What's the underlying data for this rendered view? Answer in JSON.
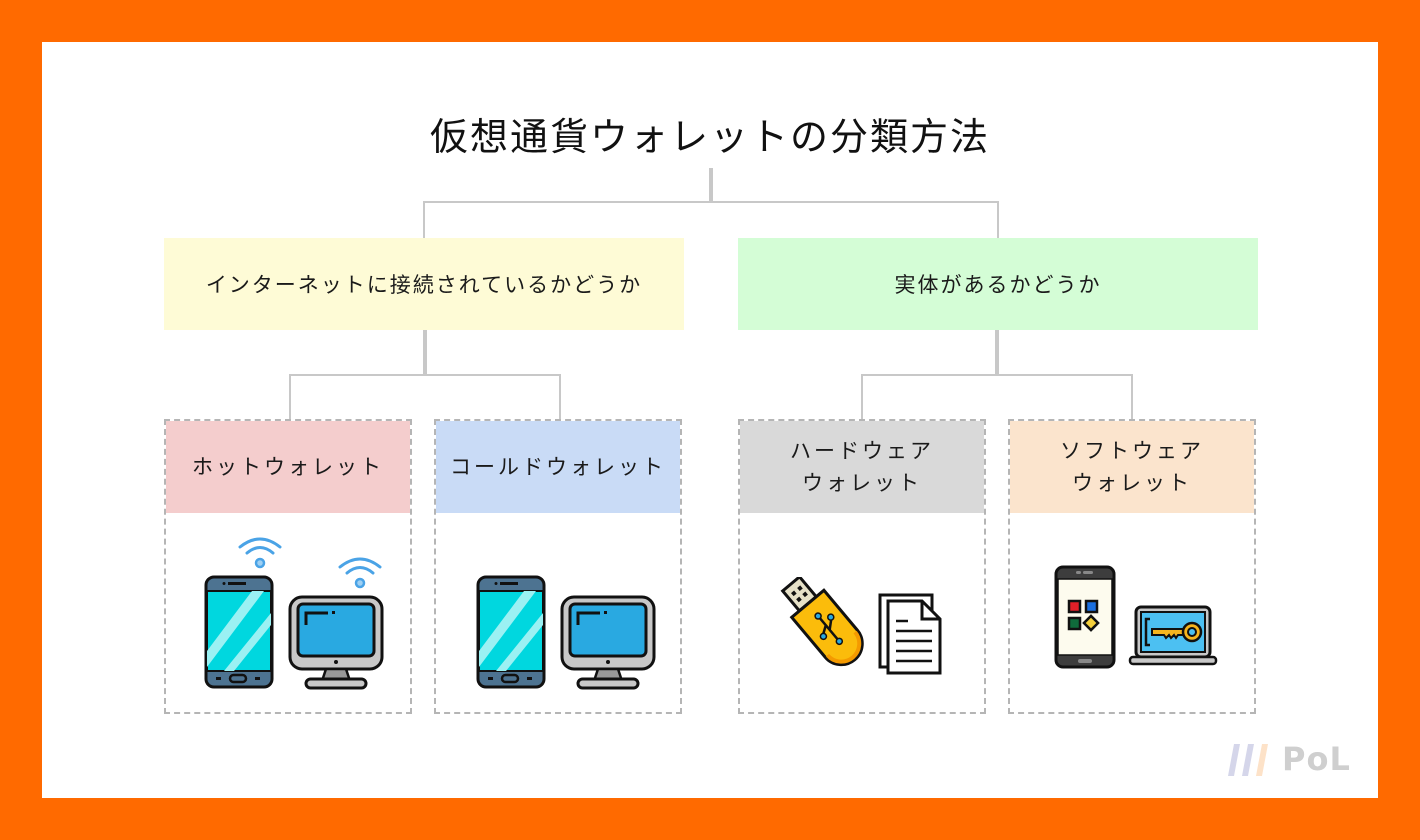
{
  "title": "仮想通貨ウォレットの分類方法",
  "categories": [
    {
      "label": "インターネットに接続されているかどうか",
      "color": "#fefbd6",
      "children": [
        {
          "label": "ホットウォレット",
          "color": "#f4cdcd",
          "icons": [
            "smartphone-wifi-icon",
            "desktop-monitor-wifi-icon"
          ]
        },
        {
          "label": "コールドウォレット",
          "color": "#c9dbf6",
          "icons": [
            "smartphone-icon",
            "desktop-monitor-icon"
          ]
        }
      ]
    },
    {
      "label": "実体があるかどうか",
      "color": "#d4fdd6",
      "children": [
        {
          "label": "ハードウェア\nウォレット",
          "color": "#d9d9d9",
          "icons": [
            "usb-drive-icon",
            "paper-document-icon"
          ]
        },
        {
          "label": "ソフトウェア\nウォレット",
          "color": "#fbe4cd",
          "icons": [
            "smartphone-apps-icon",
            "laptop-key-icon"
          ]
        }
      ]
    }
  ],
  "logo": {
    "text": "PoL"
  },
  "colors": {
    "frame": "#ff6a00",
    "connector": "#c8c8c8",
    "card_border": "#b5b5b5"
  }
}
